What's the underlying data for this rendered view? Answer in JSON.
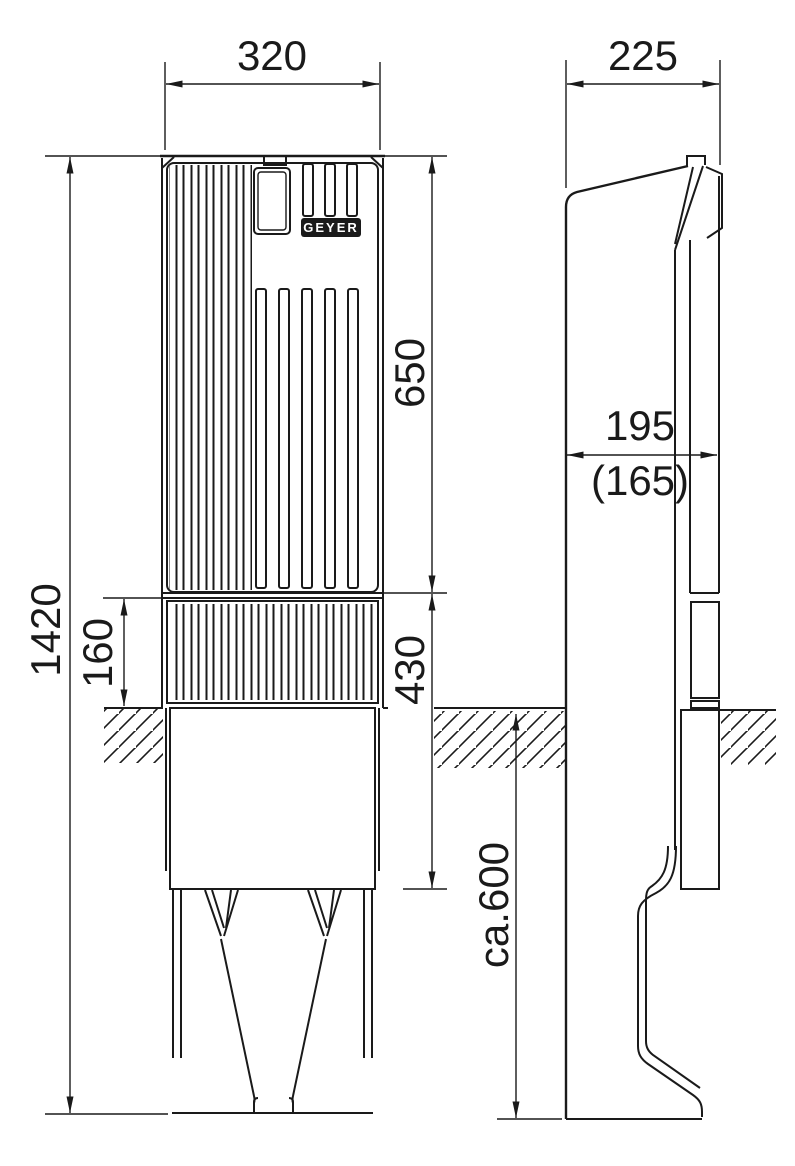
{
  "drawing": {
    "type": "technical dimension drawing",
    "subject": "cable distribution pillar, front and side view",
    "brand_label": "GEYER",
    "line_color": "#1a1a1a",
    "background_color": "#ffffff",
    "dimensions": {
      "front_width": "320",
      "side_depth": "225",
      "upper_section_height": "650",
      "plinth_height": "160",
      "base_section_height": "430",
      "total_height": "1420",
      "inner_depth": "195",
      "inner_depth_alt": "(165)",
      "burial_depth": "ca.600"
    }
  }
}
